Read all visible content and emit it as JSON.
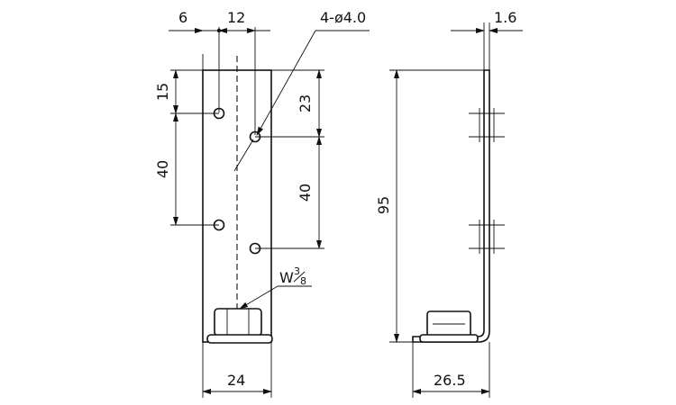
{
  "drawing": {
    "front_view": {
      "dims": {
        "offset_left": "6",
        "hole_spacing_h": "12",
        "hole_spec": "4-ø4.0",
        "top_to_first_hole": "15",
        "left_hole_pitch": "40",
        "top_to_right_hole": "23",
        "right_hole_pitch": "40",
        "thread_spec_main": "W",
        "thread_spec_frac_top": "3",
        "thread_spec_frac_bottom": "8",
        "width": "24"
      }
    },
    "side_view": {
      "dims": {
        "thickness": "1.6",
        "height": "95",
        "depth": "26.5"
      }
    }
  }
}
